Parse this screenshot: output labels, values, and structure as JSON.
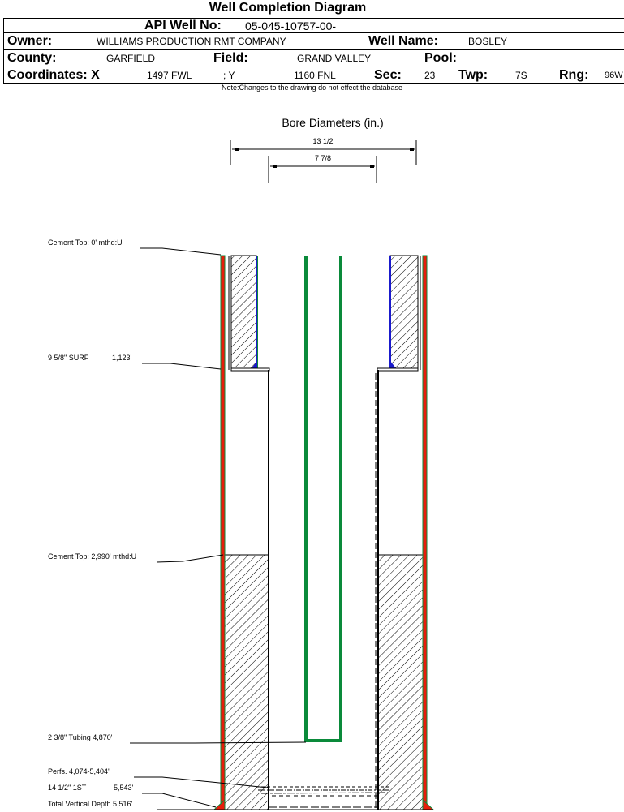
{
  "title": "Well Completion Diagram",
  "header": {
    "api_label": "API Well No:",
    "api_value": "05-045-10757-00-",
    "owner_label": "Owner:",
    "owner_value": "WILLIAMS PRODUCTION RMT COMPANY",
    "wellname_label": "Well Name:",
    "wellname_value": "BOSLEY",
    "county_label": "County:",
    "county_value": "GARFIELD",
    "field_label": "Field:",
    "field_value": "GRAND VALLEY",
    "pool_label": "Pool:",
    "pool_value": "",
    "coords_label": "Coordinates: X",
    "x_value": "1497 FWL",
    "y_label": "; Y",
    "y_value": "1160 FNL",
    "sec_label": "Sec:",
    "sec_value": "23",
    "twp_label": "Twp:",
    "twp_value": "7S",
    "rng_label": "Rng:",
    "rng_value": "96W"
  },
  "note": "Note:Changes to the drawing do not effect the database",
  "diagram": {
    "bore_title": "Bore Diameters (in.)",
    "bore_outer": "13 1/2",
    "bore_inner": "7 7/8",
    "labels": {
      "cement_top_surface": "Cement Top: 0' mthd:U",
      "surface_casing": "9 5/8\" SURF",
      "surface_casing_depth": "1,123'",
      "cement_top_production": "Cement Top: 2,990' mthd:U",
      "tubing": "2 3/8\" Tubing 4,870'",
      "perfs": "Perfs. 4,074-5,404'",
      "production_casing": "14 1/2\" 1ST",
      "production_casing_depth": "5,543'",
      "tvd": "Total Vertical Depth 5,516'"
    }
  }
}
